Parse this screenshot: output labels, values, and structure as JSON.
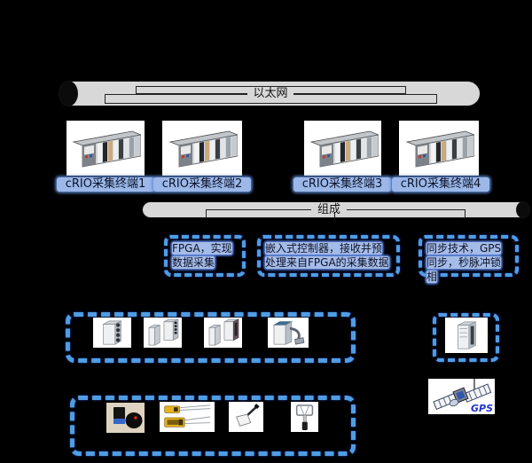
{
  "colors": {
    "background": "#000000",
    "pipe_fill": "#d8d8d8",
    "pipe_stroke": "#111111",
    "panel_bg": "#ffffff",
    "dashed_border_blue": "#4f9de2",
    "highlight_bg": "#9cb8e8",
    "highlight_text": "#0c1228",
    "gps_label_blue": "#2233cc",
    "strain_gauge_yellow": "#e6b51e"
  },
  "pipes": {
    "ethernet": {
      "label": "以太网"
    },
    "composition": {
      "label": "组成"
    }
  },
  "terminals": [
    {
      "label": "cRIO采集终端1",
      "icon": "crio-chassis-icon"
    },
    {
      "label": "cRIO采集终端2",
      "icon": "crio-chassis-icon"
    },
    {
      "label": "cRIO采集终端3",
      "icon": "crio-chassis-icon"
    },
    {
      "label": "cRIO采集终端4",
      "icon": "crio-chassis-icon"
    }
  ],
  "component_notes": [
    {
      "text": "FPGA，实现数据采集"
    },
    {
      "text": "嵌入式控制器，接收并预处理来自FPGA的采集数据"
    },
    {
      "text": "同步技术，GPS同步，秒脉冲锁相"
    }
  ],
  "module_group": {
    "items": [
      {
        "icon": "bnc-module-icon"
      },
      {
        "icon": "terminal-block-module-icon"
      },
      {
        "icon": "dsub-module-icon"
      },
      {
        "icon": "cable-module-icon"
      }
    ]
  },
  "sync_module": {
    "icon": "sync-module-icon"
  },
  "sensor_group": {
    "items": [
      {
        "icon": "accelerometer-icon"
      },
      {
        "icon": "strain-gauge-icon"
      },
      {
        "icon": "probe-sensor-icon"
      },
      {
        "icon": "anemometer-icon"
      }
    ]
  },
  "gps": {
    "label": "GPS",
    "icon": "gps-satellite-icon"
  }
}
